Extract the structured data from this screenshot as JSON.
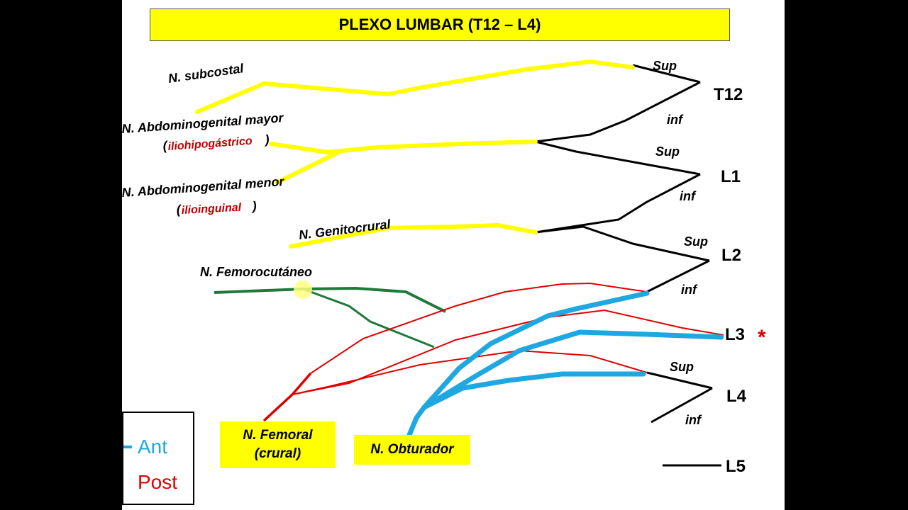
{
  "title": "PLEXO LUMBAR (T12 – L4)",
  "roots": {
    "t12": "T12",
    "l1": "L1",
    "l2": "L2",
    "l3": "L3",
    "l4": "L4",
    "l5": "L5"
  },
  "root_mark": "*",
  "branch_labels": {
    "sup": "Sup",
    "inf": "inf"
  },
  "nerves": {
    "subcostal": "N. subcostal",
    "abdominogenital_mayor": "N. Abdominogenital mayor",
    "iliohipogastrico": "iliohipogástrico",
    "abdominogenital_menor": "N. Abdominogenital menor",
    "ilioinguinal": "ilioinguinal",
    "genitocrural": "N. Genitocrural",
    "femorocutaneo": "N. Femorocutáneo",
    "femoral": "N. Femoral",
    "femoral_alt": "(crural)",
    "obturador": "N. Obturador"
  },
  "legend": {
    "ant": "Ant",
    "post": "Post"
  },
  "colors": {
    "sensory_yellow": "#ffff00",
    "femorocutaneo_green": "#1f7a3a",
    "posterior_red": "#e00000",
    "anterior_blue": "#1ea7e1",
    "root_black": "#000000"
  }
}
